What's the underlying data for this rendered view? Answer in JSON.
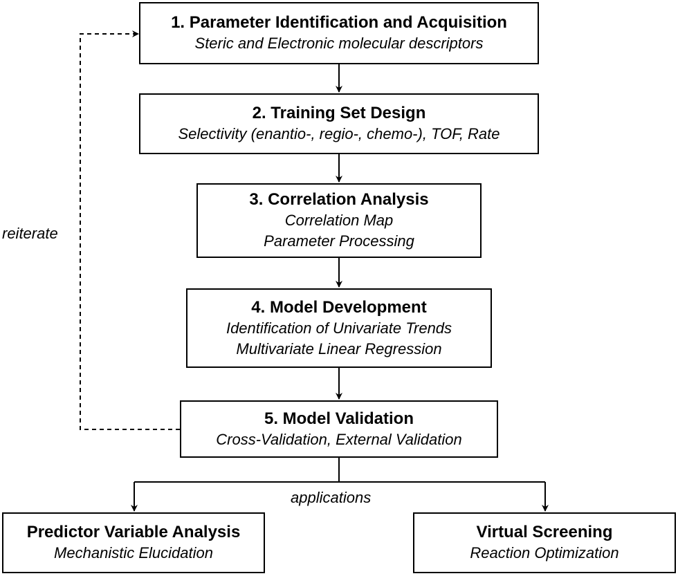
{
  "steps": [
    {
      "title": "1. Parameter Identification and Acquisition",
      "lines": [
        "Steric and Electronic molecular descriptors"
      ]
    },
    {
      "title": "2. Training Set Design",
      "lines": [
        "Selectivity (enantio-, regio-, chemo-), TOF, Rate"
      ]
    },
    {
      "title": "3. Correlation Analysis",
      "lines": [
        "Correlation Map",
        "Parameter Processing"
      ]
    },
    {
      "title": "4. Model Development",
      "lines": [
        "Identification of Univariate Trends",
        "Multivariate Linear Regression"
      ]
    },
    {
      "title": "5. Model Validation",
      "lines": [
        "Cross-Validation, External Validation"
      ]
    }
  ],
  "outputs": [
    {
      "title": "Predictor Variable Analysis",
      "line": "Mechanistic Elucidation"
    },
    {
      "title": "Virtual Screening",
      "line": "Reaction Optimization"
    }
  ],
  "labels": {
    "loop": "reiterate",
    "branch": "applications"
  }
}
